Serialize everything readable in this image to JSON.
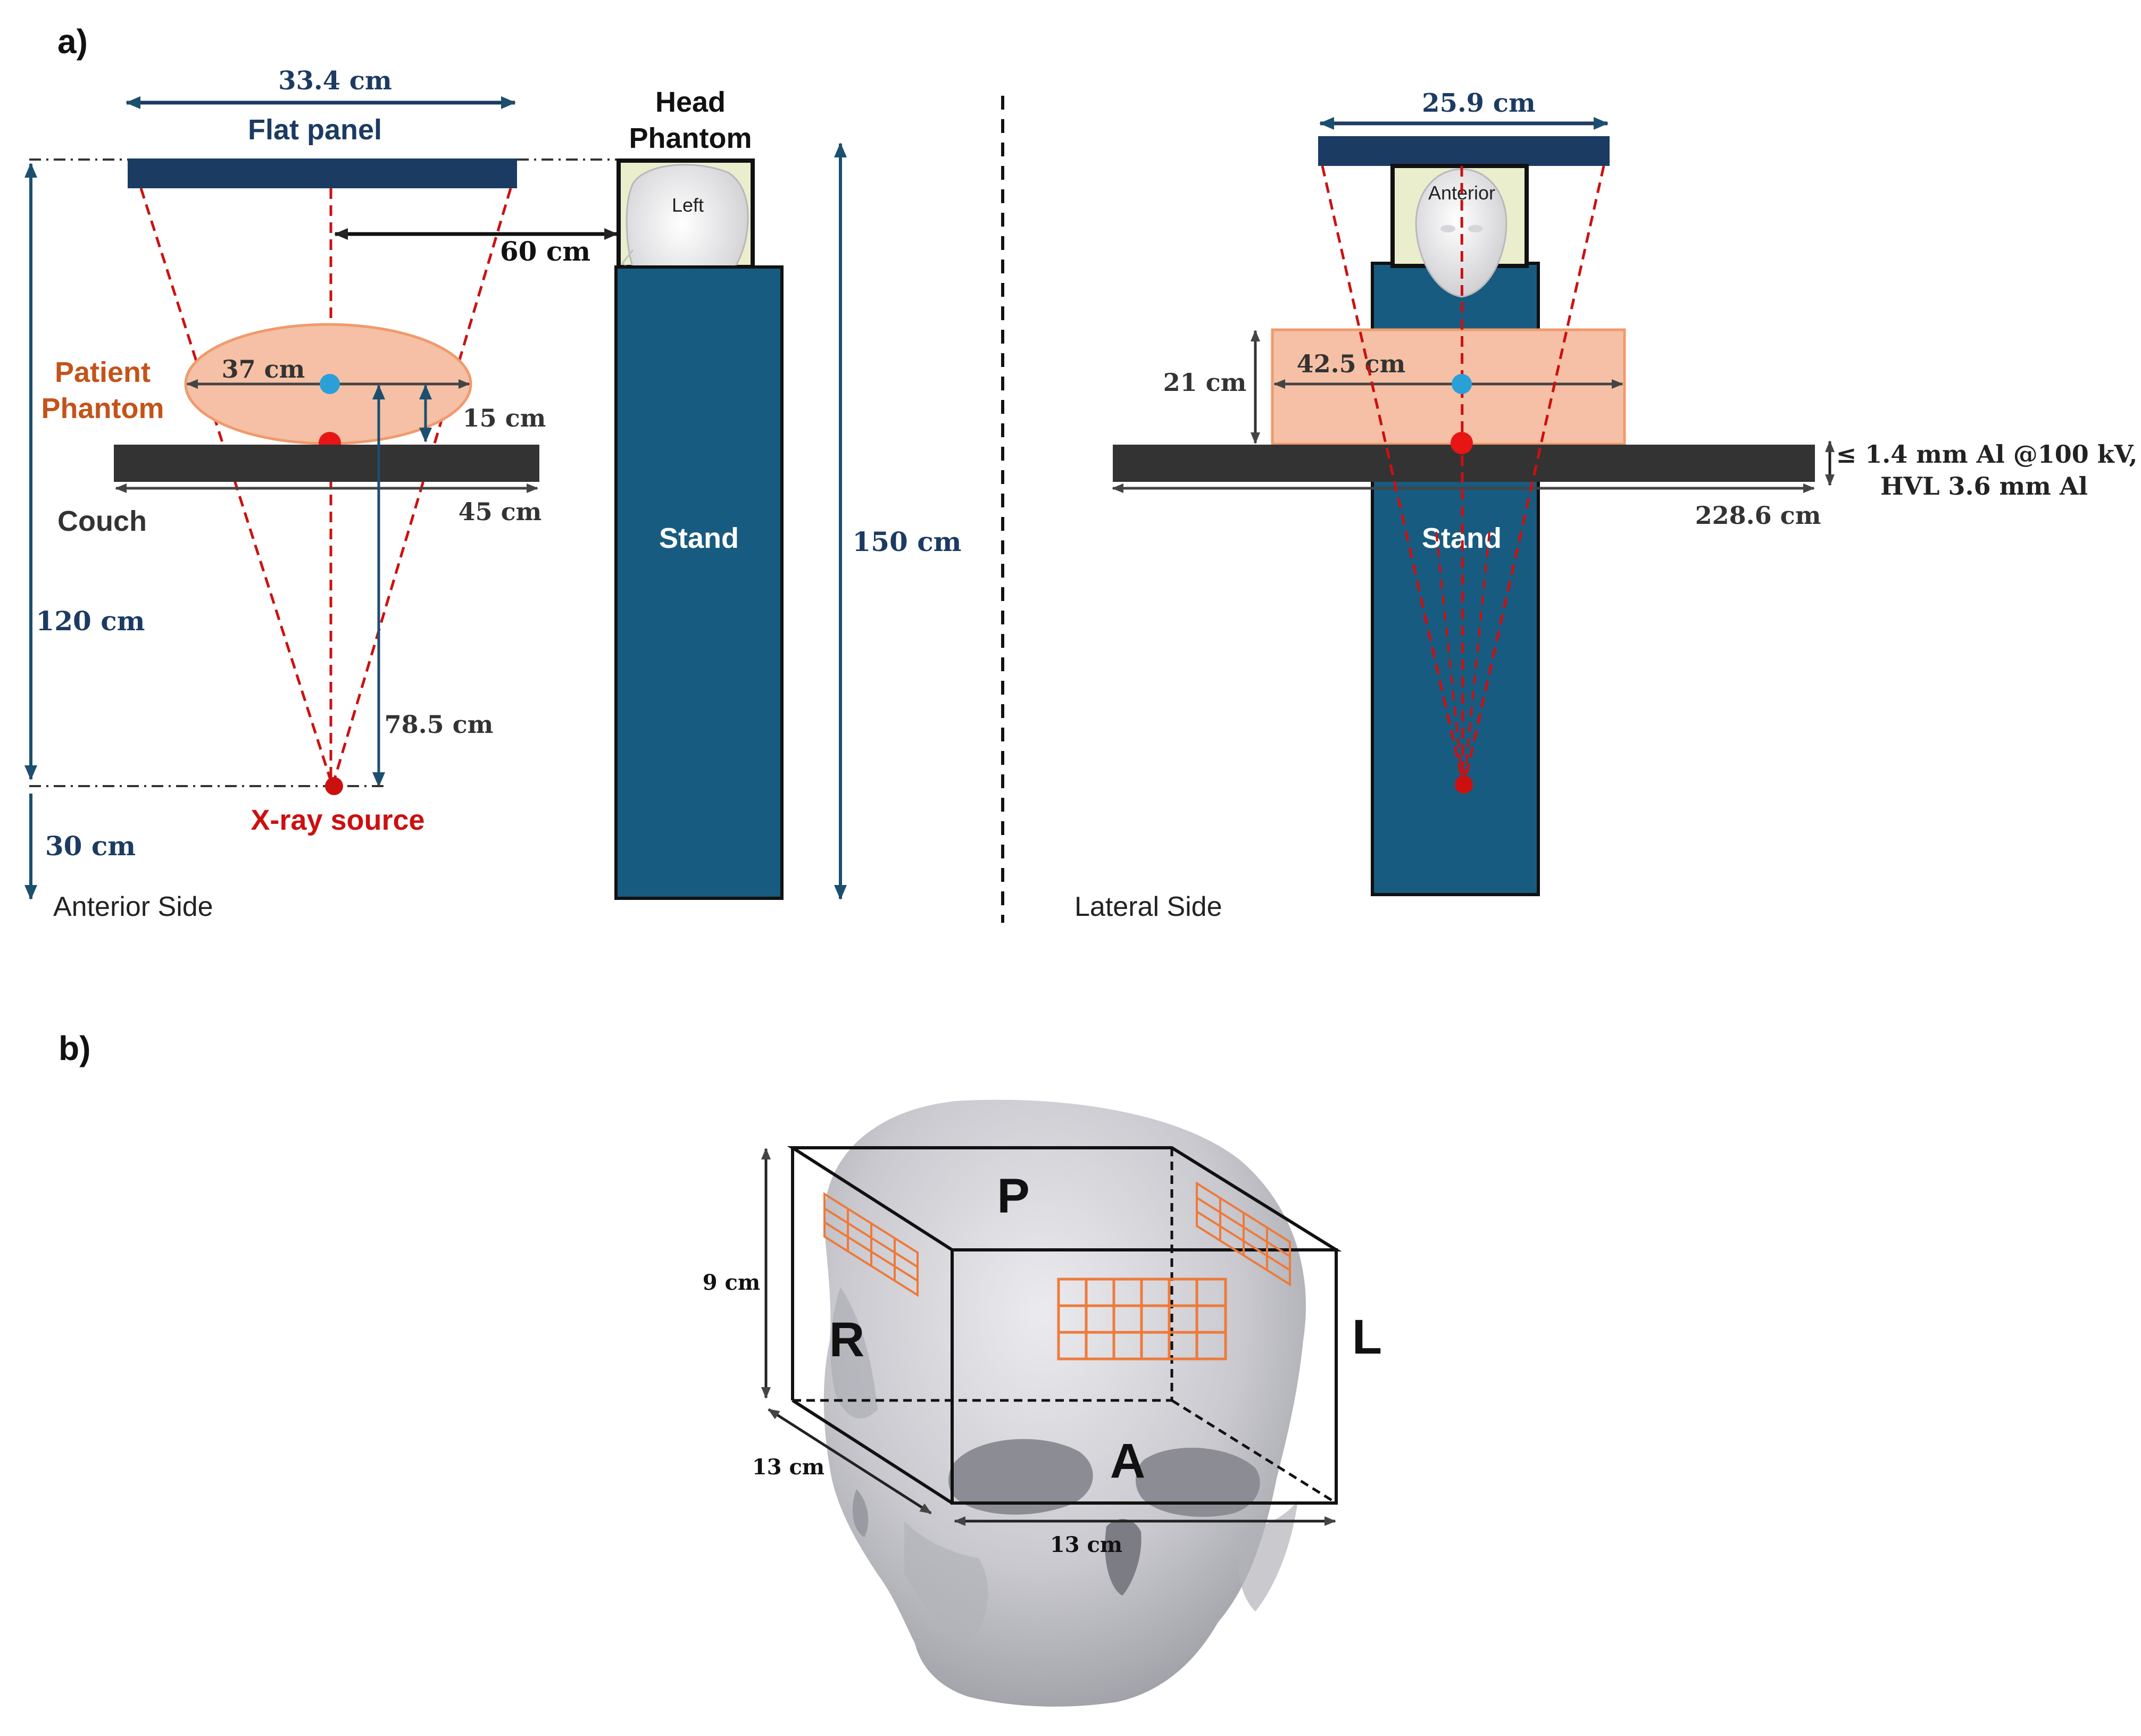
{
  "panel_a": {
    "label": "a)",
    "anterior": {
      "flat_panel_width": "33.4 cm",
      "flat_panel_label": "Flat panel",
      "patient_phantom_label_1": "Patient",
      "patient_phantom_label_2": "Phantom",
      "phantom_width": "37 cm",
      "phantom_height": "15 cm",
      "couch_label": "Couch",
      "couch_width": "45 cm",
      "sid": "120 cm",
      "source_to_couch": "78.5 cm",
      "source_height": "30 cm",
      "source_label": "X-ray source",
      "distance_to_head": "60 cm",
      "head_phantom_label_1": "Head",
      "head_phantom_label_2": "Phantom",
      "head_view": "Left",
      "stand_label": "Stand",
      "stand_height": "150 cm",
      "side_caption": "Anterior Side"
    },
    "lateral": {
      "flat_panel_width": "25.9 cm",
      "head_view": "Anterior",
      "phantom_height": "21 cm",
      "phantom_width": "42.5 cm",
      "couch_spec_1": "≤ 1.4 mm Al @100 kV,",
      "couch_spec_2": "HVL 3.6 mm Al",
      "couch_length": "228.6 cm",
      "stand_label": "Stand",
      "side_caption": "Lateral Side"
    }
  },
  "panel_b": {
    "label": "b)",
    "box_height": "9 cm",
    "box_depth": "13 cm",
    "box_width": "13 cm",
    "face_posterior": "P",
    "face_right": "R",
    "face_left": "L",
    "face_anterior": "A"
  },
  "colors": {
    "navy": "#1c3b63",
    "stand": "#175b80",
    "couch": "#333333",
    "phantom_fill": "#f5c0a5",
    "phantom_stroke": "#f09a6c",
    "patient_label": "#c2541b",
    "source_red": "#cc1010",
    "iso_blue": "#2a9fd8",
    "grid_orange": "#ee7a3a"
  }
}
